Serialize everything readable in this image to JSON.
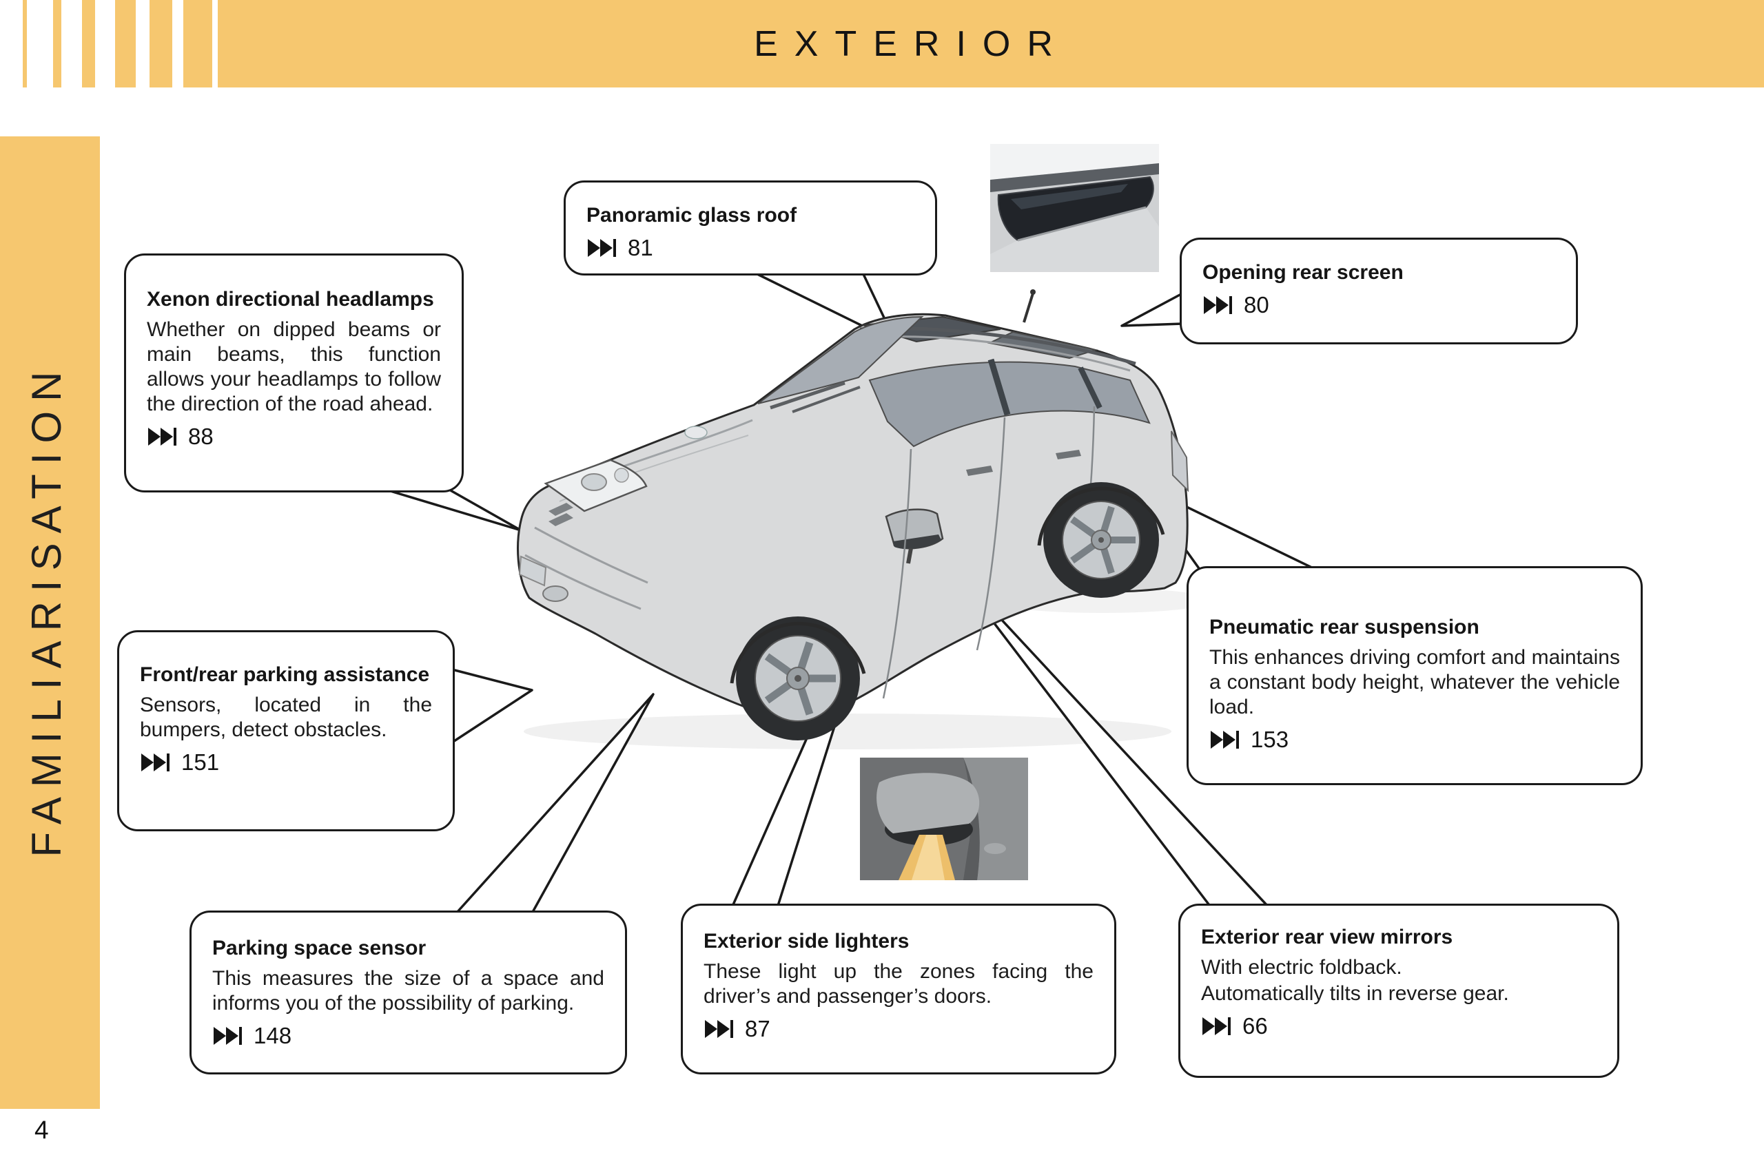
{
  "header": {
    "title": "EXTERIOR"
  },
  "sidebar": {
    "label": "FAMILIARISATION"
  },
  "page": {
    "number": "4"
  },
  "icons": {
    "page_ref": "skip-next-icon"
  },
  "colors": {
    "accent_orange": "#F6C76F",
    "ink": "#1B1B1B",
    "car_body_gray": "#D9DADB",
    "glass_gray": "#9AA1A8",
    "lighter_beam_amber": "#EFC169"
  },
  "callouts": [
    {
      "id": "panoramic-glass-roof",
      "title": "Panoramic glass roof",
      "body_lines": [],
      "ref": "81"
    },
    {
      "id": "opening-rear-screen",
      "title": "Opening rear screen",
      "body_lines": [],
      "ref": "80"
    },
    {
      "id": "xenon-directional-headlamps",
      "title": "Xenon directional headlamps",
      "body_lines": [
        "Whether on dipped beams or main beams, this function allows your headlamps to follow the direction of the road ahead."
      ],
      "ref": "88"
    },
    {
      "id": "front-rear-parking-assistance",
      "title": "Front/rear parking assistance",
      "body_lines": [
        "Sensors, located in the bumpers, detect obstacles."
      ],
      "ref": "151"
    },
    {
      "id": "pneumatic-rear-suspension",
      "title": "Pneumatic rear suspension",
      "body_lines": [
        "This enhances driving comfort and maintains a constant body height, whatever the vehicle load."
      ],
      "ref": "153"
    },
    {
      "id": "parking-space-sensor",
      "title": "Parking space sensor",
      "body_lines": [
        "This measures the size of a space and informs you of the possibility of parking."
      ],
      "ref": "148"
    },
    {
      "id": "exterior-side-lighters",
      "title": "Exterior side lighters",
      "body_lines": [
        "These light up the zones facing the driver’s and passenger’s doors."
      ],
      "ref": "87"
    },
    {
      "id": "exterior-rear-view-mirrors",
      "title": "Exterior rear view mirrors",
      "body_lines": [
        "With electric foldback.",
        "Automatically tilts in reverse gear."
      ],
      "ref": "66"
    }
  ]
}
